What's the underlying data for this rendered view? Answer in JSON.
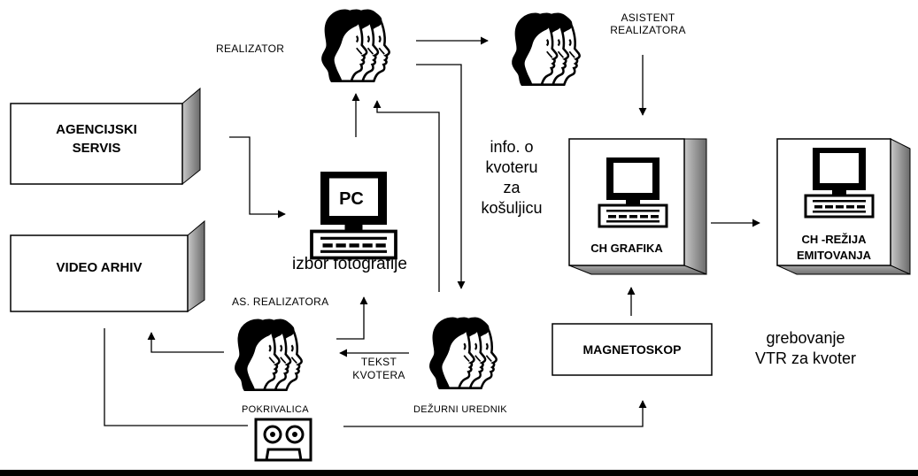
{
  "nodes": {
    "realizator": {
      "label": "REALIZATOR"
    },
    "asistent_realizatora": {
      "label_line1": "ASISTENT",
      "label_line2": "REALIZATORA"
    },
    "agencijski_servis": {
      "label_line1": "AGENCIJSKI",
      "label_line2": "SERVIS"
    },
    "video_arhiv": {
      "label": "VIDEO ARHIV"
    },
    "pc": {
      "screen_label": "PC",
      "caption": "izbor fotografije"
    },
    "ch_grafika": {
      "label": "CH GRAFIKA"
    },
    "ch_rezija": {
      "label_line1": "CH -REŽIJA",
      "label_line2": "EMITOVANJA"
    },
    "as_realizatora": {
      "label": "AS. REALIZATORA"
    },
    "pokrivalica": {
      "label": "POKRIVALICA"
    },
    "dezurni_urednik": {
      "label": "DEŽURNI UREDNIK"
    },
    "magnetoskop": {
      "label": "MAGNETOSKOP"
    }
  },
  "annotations": {
    "info_kvoter": {
      "line1": "info. o",
      "line2": "kvoteru",
      "line3": "za",
      "line4": "košuljicu"
    },
    "tekst_kvotera": {
      "line1": "TEKST",
      "line2": "KVOTERA"
    },
    "grebovanje": {
      "line1": "grebovanje",
      "line2": "VTR za kvoter"
    }
  }
}
